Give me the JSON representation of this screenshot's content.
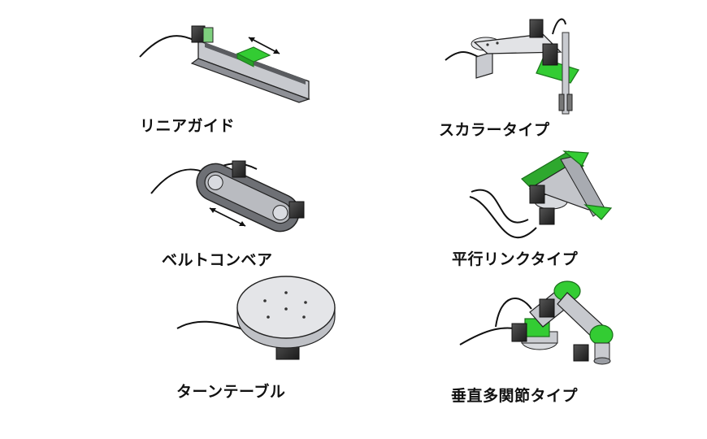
{
  "colors": {
    "accent_green": "#33cc33",
    "body_gray": "#d9dbe0",
    "outline": "#2b2b2b",
    "cable": "#111111"
  },
  "items": [
    {
      "id": "linear-guide",
      "label": "リニアガイド"
    },
    {
      "id": "scara",
      "label": "スカラータイプ"
    },
    {
      "id": "belt-conveyor",
      "label": "ベルトコンベア"
    },
    {
      "id": "parallel-link",
      "label": "平行リンクタイプ"
    },
    {
      "id": "turntable",
      "label": "ターンテーブル"
    },
    {
      "id": "articulated",
      "label": "垂直多関節タイプ"
    }
  ]
}
